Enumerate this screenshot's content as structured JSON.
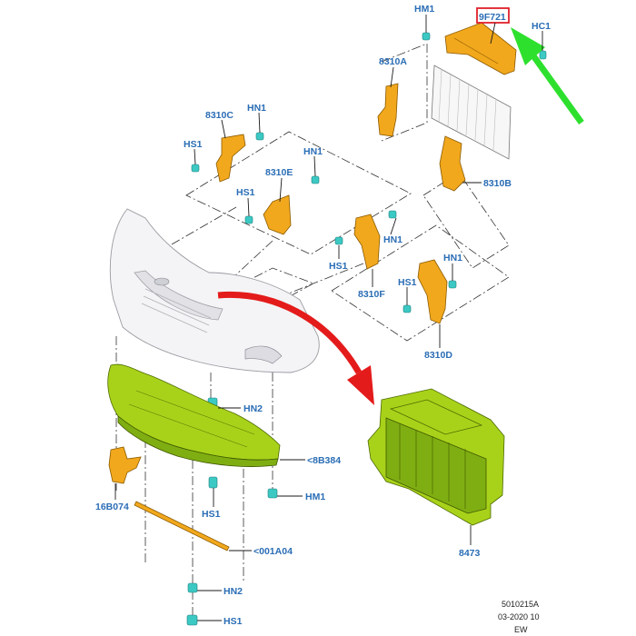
{
  "callouts": {
    "hm1_top": "HM1",
    "part_9f721": "9F721",
    "hc1": "HC1",
    "p8310a": "8310A",
    "hn1_a": "HN1",
    "p8310c": "8310C",
    "hs1_a": "HS1",
    "hn1_b": "HN1",
    "p8310e": "8310E",
    "hs1_b": "HS1",
    "p8310b": "8310B",
    "hn1_c": "HN1",
    "hs1_c": "HS1",
    "p8310f": "8310F",
    "hn1_d": "HN1",
    "hs1_d": "HS1",
    "p8310d": "8310D",
    "hn2_a": "HN2",
    "p8b384": "<8B384",
    "hm1_bottom": "HM1",
    "p16b074": "16B074",
    "hs1_e": "HS1",
    "p001a04": "<001A04",
    "hn2_b": "HN2",
    "hs1_f": "HS1",
    "p8473": "8473"
  },
  "footer": {
    "code1": "5010215A",
    "code2": "03-2020 10",
    "code3": "EW"
  },
  "colors": {
    "label_blue": "#2a6db5",
    "highlight_box": "#e0202a",
    "arrow_green": "#2ee02e",
    "arrow_red": "#e41b1b",
    "part_orange": "#f2a81d",
    "part_green": "#a8d21a",
    "clip_teal": "#3cc9c4"
  }
}
